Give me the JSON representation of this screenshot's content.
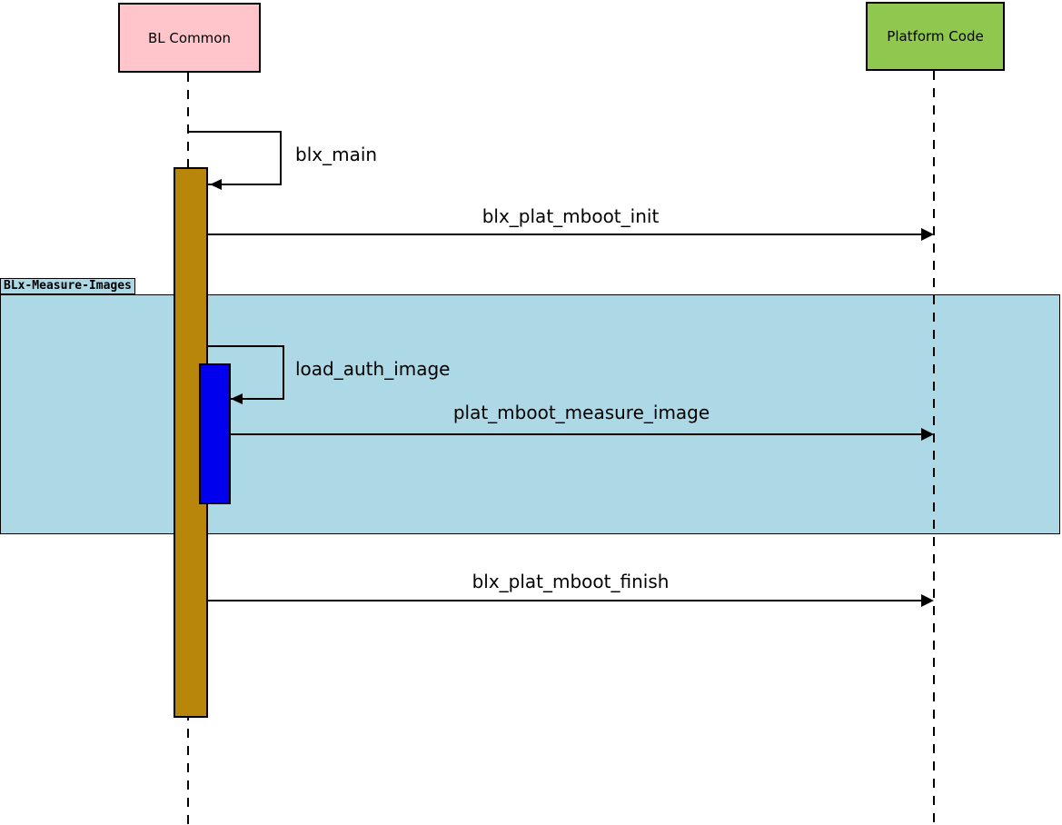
{
  "diagram_type": "uml-sequence",
  "actors": [
    {
      "label": "BL Common",
      "fill": "#FFC5CB"
    },
    {
      "label": "Platform Code",
      "fill": "#90C84F"
    }
  ],
  "frame": {
    "label": "BLx-Measure-Images",
    "fill": "#ADD8E6"
  },
  "activations": [
    {
      "actor": "BL Common",
      "fill": "#B8860B",
      "nested": false
    },
    {
      "actor": "BL Common",
      "fill": "#0000EE",
      "nested": true
    }
  ],
  "messages": [
    {
      "label": "blx_main",
      "kind": "self-call",
      "from": "BL Common",
      "to": "BL Common",
      "in_frame": false
    },
    {
      "label": "blx_plat_mboot_init",
      "kind": "call",
      "from": "BL Common",
      "to": "Platform Code",
      "in_frame": false
    },
    {
      "label": "load_auth_image",
      "kind": "self-call",
      "from": "BL Common",
      "to": "BL Common",
      "in_frame": true
    },
    {
      "label": "plat_mboot_measure_image",
      "kind": "call",
      "from": "BL Common",
      "to": "Platform Code",
      "in_frame": true
    },
    {
      "label": "blx_plat_mboot_finish",
      "kind": "call",
      "from": "BL Common",
      "to": "Platform Code",
      "in_frame": false
    }
  ]
}
